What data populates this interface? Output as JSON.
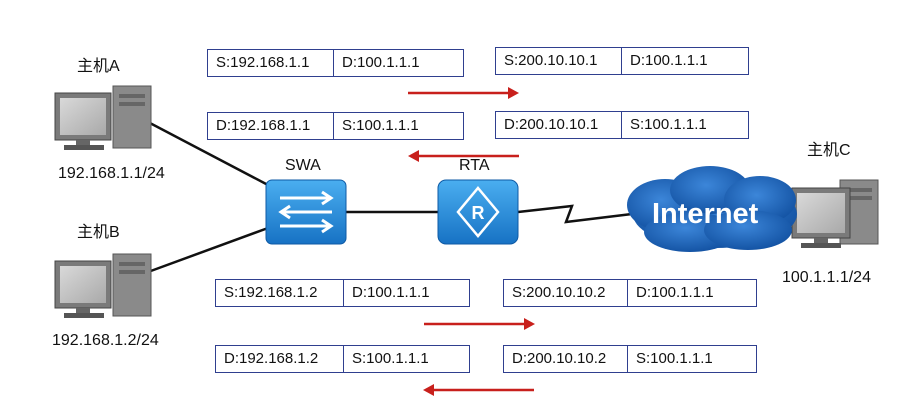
{
  "hosts": {
    "a": {
      "name": "主机A",
      "ip": "192.168.1.1/24"
    },
    "b": {
      "name": "主机B",
      "ip": "192.168.1.2/24"
    },
    "c": {
      "name": "主机C",
      "ip": "100.1.1.1/24"
    }
  },
  "devices": {
    "swa": "SWA",
    "rta": "RTA",
    "internet": "Internet"
  },
  "colors": {
    "arrow": "#c8201c",
    "device": "#1f8ad8",
    "border": "#2f3f8f",
    "cloud": "#1a5fb4"
  },
  "tables": {
    "a_out_lan": [
      "S:192.168.1.1",
      "D:100.1.1.1"
    ],
    "a_out_wan": [
      "S:200.10.10.1",
      "D:100.1.1.1"
    ],
    "a_in_lan": [
      "D:192.168.1.1",
      "S:100.1.1.1"
    ],
    "a_in_wan": [
      "D:200.10.10.1",
      "S:100.1.1.1"
    ],
    "b_out_lan": [
      "S:192.168.1.2",
      "D:100.1.1.1"
    ],
    "b_out_wan": [
      "S:200.10.10.2",
      "D:100.1.1.1"
    ],
    "b_in_lan": [
      "D:192.168.1.2",
      "S:100.1.1.1"
    ],
    "b_in_wan": [
      "D:200.10.10.2",
      "S:100.1.1.1"
    ]
  }
}
